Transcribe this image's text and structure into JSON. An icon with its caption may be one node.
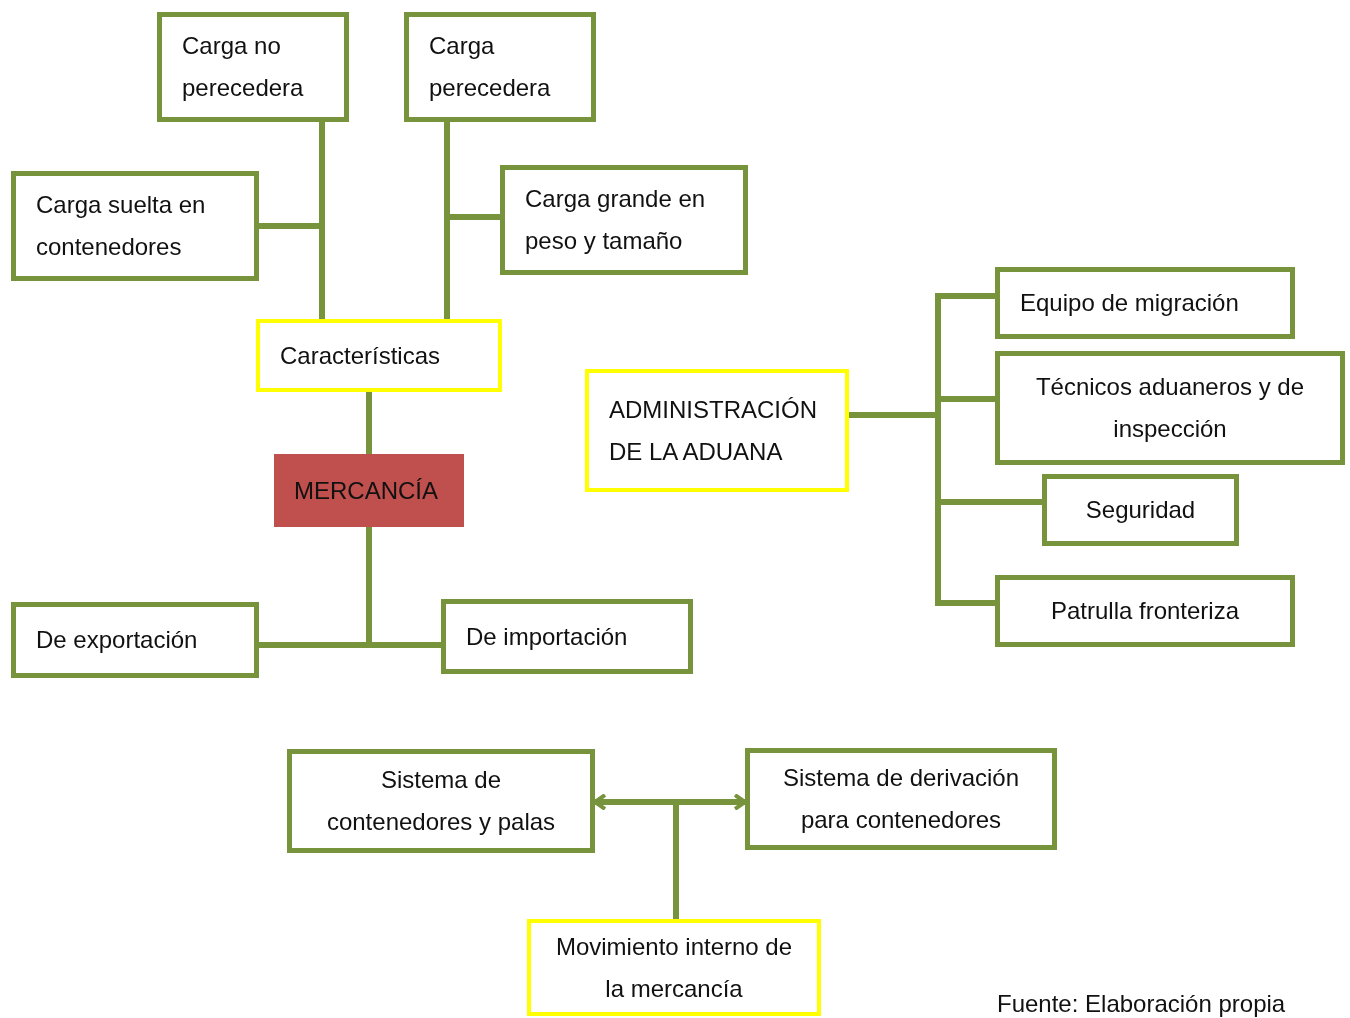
{
  "diagram": {
    "nodes": [
      {
        "text": [
          "Carga no perecedera"
        ]
      },
      {
        "text": [
          "Carga perecedera"
        ]
      },
      {
        "text": [
          "Carga suelta en contenedores"
        ]
      },
      {
        "text": [
          "Carga grande en peso y tamaño"
        ]
      },
      {
        "text": [
          "Características"
        ]
      },
      {
        "text": [
          "MERCANCÍA"
        ]
      },
      {
        "text": [
          "De exportación"
        ]
      },
      {
        "text": [
          "De importación"
        ]
      },
      {
        "text": [
          "ADMINISTRACIÓN DE LA ADUANA"
        ]
      },
      {
        "text": [
          "Equipo de migración"
        ]
      },
      {
        "text": [
          "Técnicos aduaneros y de inspección"
        ]
      },
      {
        "text": [
          "Seguridad"
        ]
      },
      {
        "text": [
          "Patrulla fronteriza"
        ]
      },
      {
        "text": [
          "Sistema de contenedores y palas"
        ]
      },
      {
        "text": [
          "Sistema de derivación para contenedores"
        ]
      },
      {
        "text": [
          "Movimiento interno de la mercancía"
        ]
      }
    ],
    "edges": [
      {
        "from": 0,
        "to": 4,
        "arrow": "none"
      },
      {
        "from": 2,
        "to": 4,
        "arrow": "none"
      },
      {
        "from": 1,
        "to": 4,
        "arrow": "none"
      },
      {
        "from": 3,
        "to": 4,
        "arrow": "none"
      },
      {
        "from": 4,
        "to": 5,
        "arrow": "none"
      },
      {
        "from": 5,
        "to": 6,
        "arrow": "none"
      },
      {
        "from": 5,
        "to": 7,
        "arrow": "none"
      },
      {
        "from": 8,
        "to": 9,
        "arrow": "none"
      },
      {
        "from": 8,
        "to": 10,
        "arrow": "none"
      },
      {
        "from": 8,
        "to": 11,
        "arrow": "none"
      },
      {
        "from": 8,
        "to": 12,
        "arrow": "none"
      },
      {
        "from": 15,
        "to": 13,
        "arrow": "to"
      },
      {
        "from": 15,
        "to": 14,
        "arrow": "to"
      }
    ],
    "labels": [
      "Fuente: Elaboración propia"
    ]
  }
}
